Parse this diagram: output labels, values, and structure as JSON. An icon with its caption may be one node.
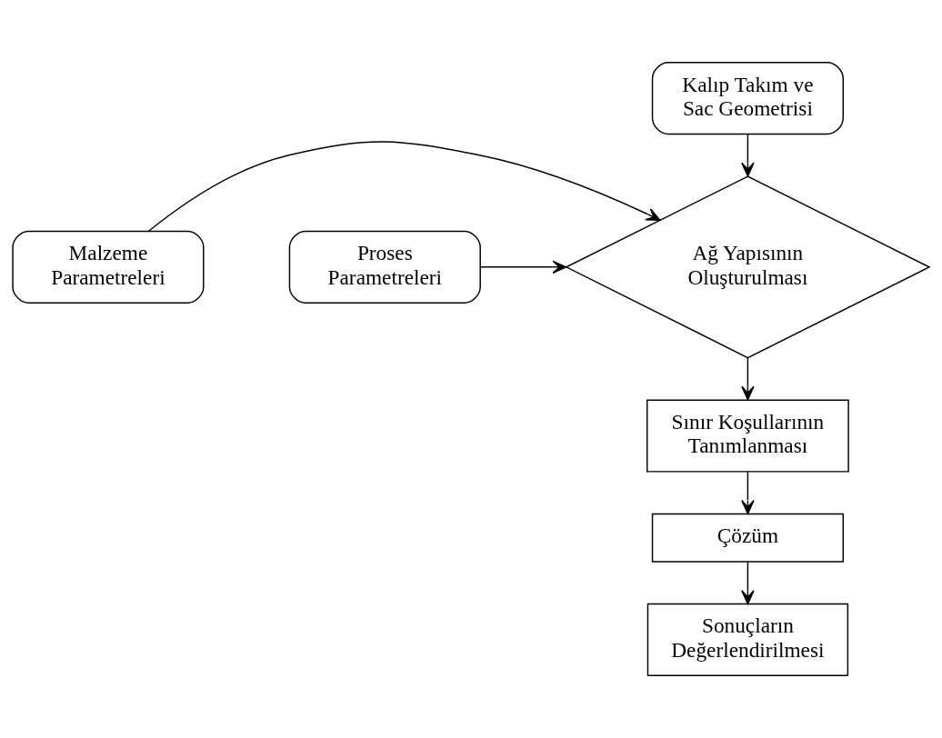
{
  "diagram": {
    "nodes": [
      {
        "text": [
          "Kalıp Takım ve Sac Geometrisi"
        ]
      },
      {
        "text": [
          "Malzeme Parametreleri"
        ]
      },
      {
        "text": [
          "Ağ Yapısının Oluşturulması"
        ]
      },
      {
        "text": [
          "Proses Parametreleri"
        ]
      },
      {
        "text": [
          "Sınır Koşullarının Tanımlanması"
        ]
      },
      {
        "text": [
          "Çözüm"
        ]
      },
      {
        "text": [
          "Sonuçların Değerlendirilmesi"
        ]
      }
    ],
    "edges": [
      {
        "from": 0,
        "to": 2,
        "arrow": "to"
      },
      {
        "from": 1,
        "to": 2,
        "arrow": "to"
      },
      {
        "from": 3,
        "to": 2,
        "arrow": "to"
      },
      {
        "from": 2,
        "to": 4,
        "arrow": "to"
      },
      {
        "from": 4,
        "to": 5,
        "arrow": "to"
      },
      {
        "from": 5,
        "to": 6,
        "arrow": "to"
      }
    ]
  }
}
